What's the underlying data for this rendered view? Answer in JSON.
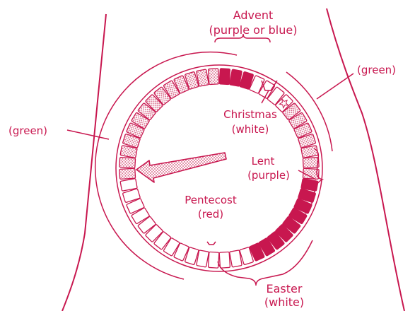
{
  "diagram": {
    "labels": {
      "advent_title": "Advent",
      "advent_color": "(purple or blue)",
      "christmas_title": "Christmas",
      "christmas_color": "(white)",
      "lent_title": "Lent",
      "lent_color": "(purple)",
      "pentecost_title": "Pentecost",
      "pentecost_color": "(red)",
      "easter_title": "Easter",
      "easter_color": "(white)",
      "green_left": "(green)",
      "green_right": "(green)"
    },
    "colors": {
      "ink": "#c8174f",
      "stipple": "#e7a9bd",
      "solid": "#c8174f",
      "white": "#ffffff",
      "background": "#ffffff"
    },
    "icons": {
      "arrow": "pointer-arrow-icon",
      "star": "christmas-star-icon",
      "cross": "easter-cross-icon"
    }
  }
}
